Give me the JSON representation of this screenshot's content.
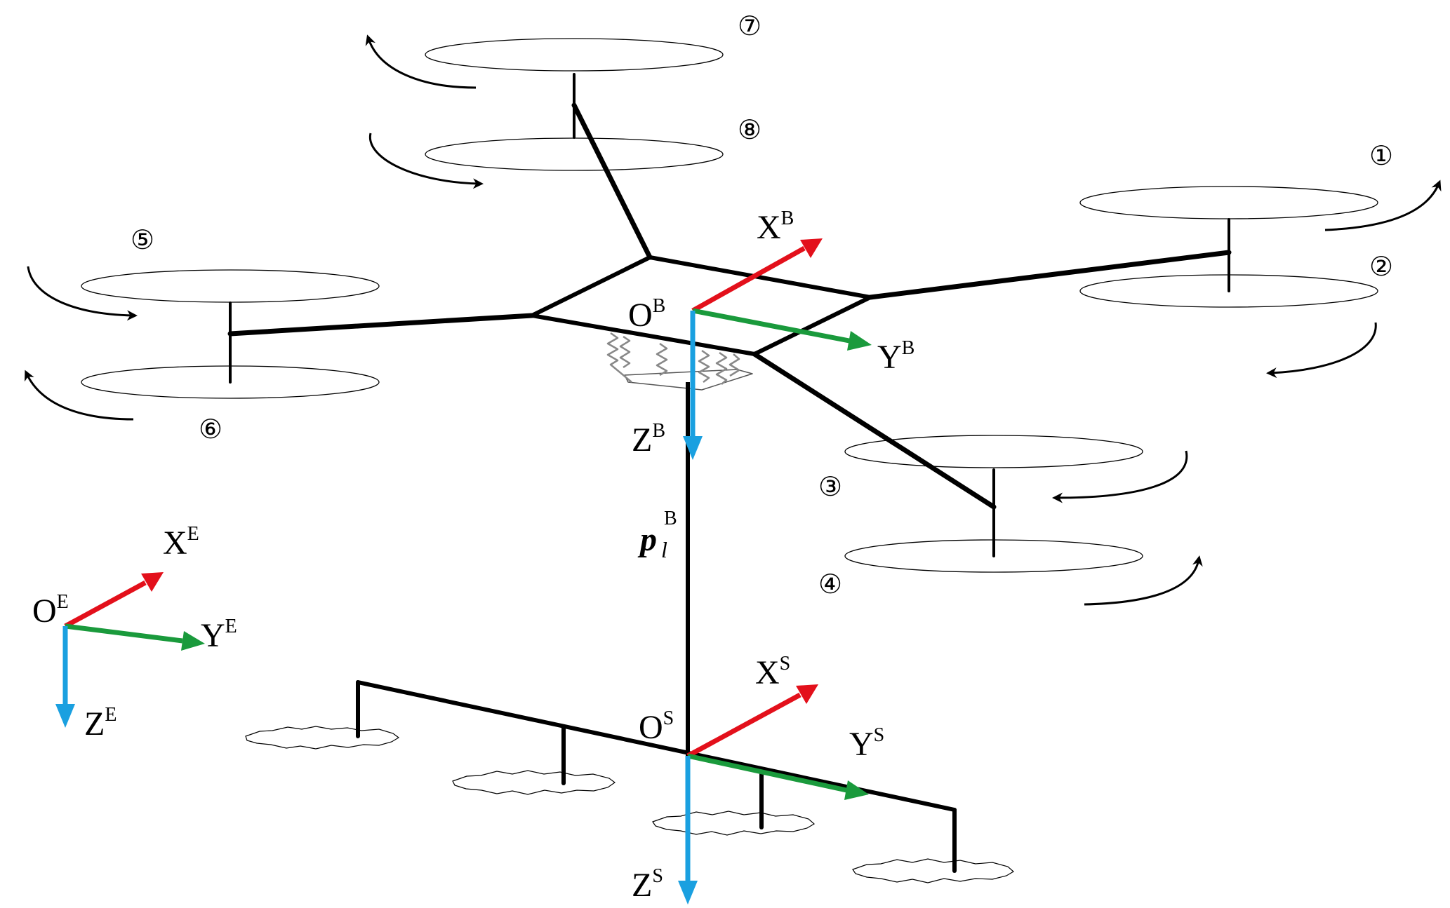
{
  "colors": {
    "x_axis": "#e3101b",
    "y_axis": "#1a9a3c",
    "z_axis": "#1aa0e0",
    "structure": "#000000",
    "spring": "#888888"
  },
  "rotors": {
    "r1": "①",
    "r2": "②",
    "r3": "③",
    "r4": "④",
    "r5": "⑤",
    "r6": "⑥",
    "r7": "⑦",
    "r8": "⑧"
  },
  "frames": {
    "body": {
      "origin": "O",
      "x": "X",
      "y": "Y",
      "z": "Z",
      "sup": "B"
    },
    "earth": {
      "origin": "O",
      "x": "X",
      "y": "Y",
      "z": "Z",
      "sup": "E"
    },
    "sling": {
      "origin": "O",
      "x": "X",
      "y": "Y",
      "z": "Z",
      "sup": "S"
    }
  },
  "cable": {
    "symbol": "p",
    "sub": "l",
    "sup": "B"
  }
}
